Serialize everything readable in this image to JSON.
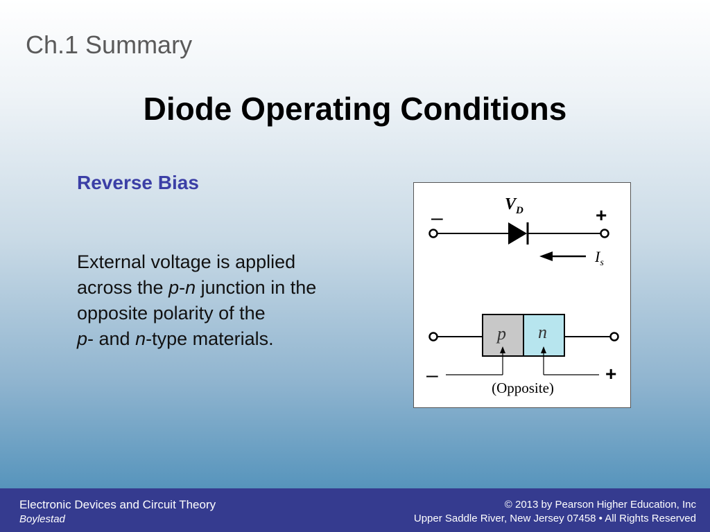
{
  "header": {
    "chapter": "Ch.1 Summary",
    "title": "Diode Operating Conditions"
  },
  "content": {
    "subtitle": "Reverse Bias",
    "body": {
      "part1": "External voltage is applied across the ",
      "p1": "p",
      "dash": "-",
      "n1": "n",
      "part2": " junction in the opposite polarity of the ",
      "p2": "p",
      "part3": "- and ",
      "n2": "n",
      "part4": "-type materials."
    }
  },
  "figure": {
    "vd_label_main": "V",
    "vd_label_sub": "D",
    "is_label_main": "I",
    "is_label_sub": "s",
    "top_minus": "–",
    "top_plus": "+",
    "bottom_minus": "–",
    "bottom_plus": "+",
    "p_label": "p",
    "n_label": "n",
    "opposite_label": "(Opposite)",
    "colors": {
      "p_region": "#c8c8c8",
      "n_region": "#b7e5ee"
    }
  },
  "footer": {
    "book_title": "Electronic Devices and Circuit Theory",
    "author": "Boylestad",
    "copyright": "© 2013 by Pearson Higher Education, Inc",
    "address": "Upper Saddle River, New Jersey 07458 • All Rights Reserved"
  }
}
